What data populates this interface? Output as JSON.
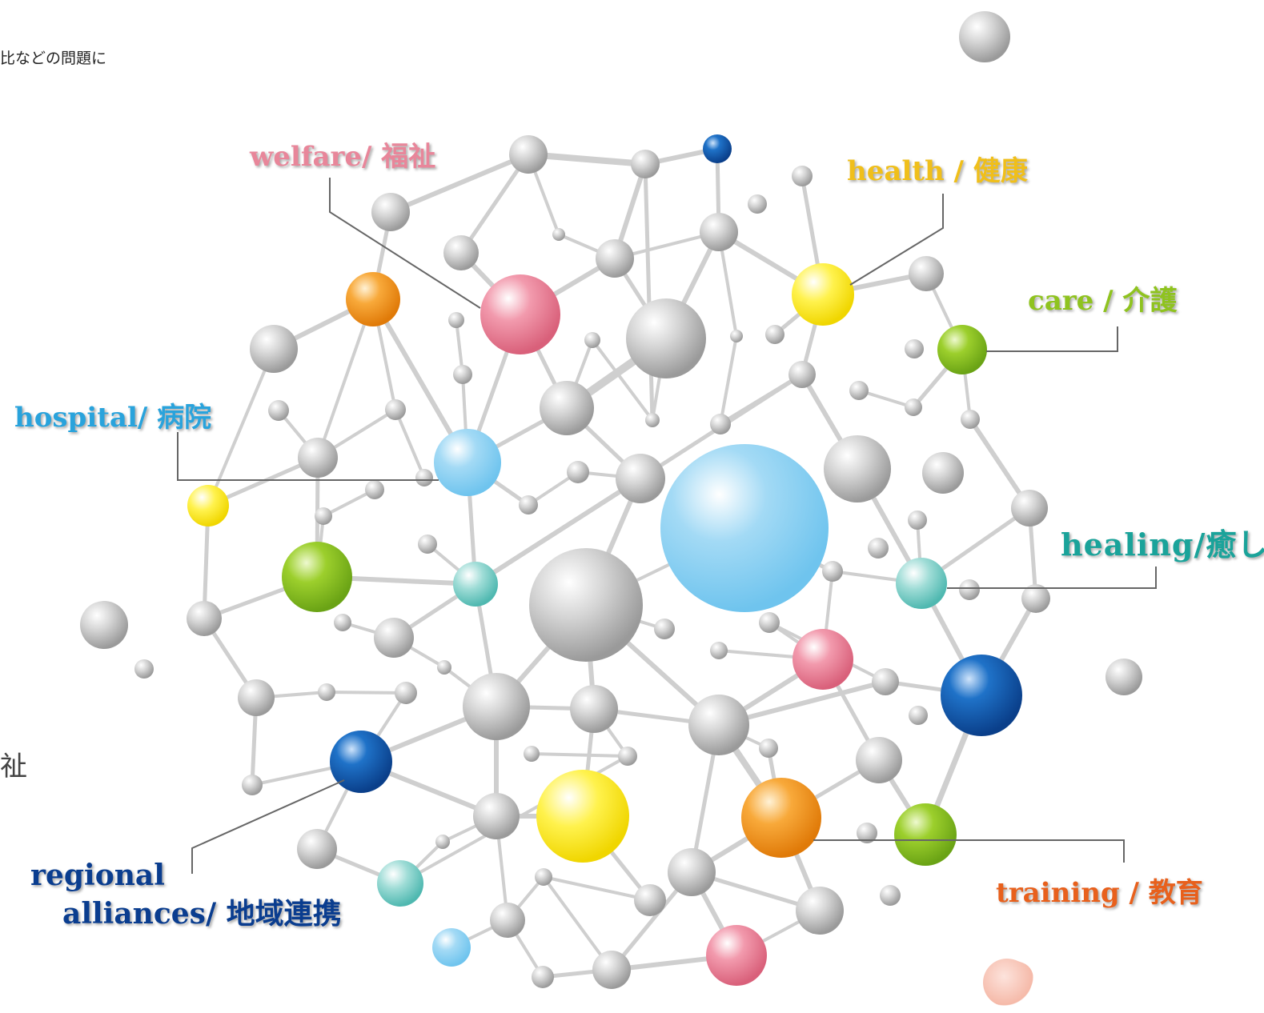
{
  "fragments": {
    "top_text": "比などの問題に",
    "left_char": "祉"
  },
  "labels": {
    "welfare": "welfare/ 福祉",
    "health": "health / 健康",
    "care": "care / 介護",
    "hospital": "hospital/ 病院",
    "healing": "healing/癒し",
    "training": "training / 教育",
    "regional_line1": "regional",
    "regional_line2": "alliances/ 地域連携"
  },
  "colors": {
    "welfare": "#e8869a",
    "health": "#f0bf1a",
    "care": "#8fc31f",
    "hospital": "#29a3dc",
    "healing": "#1aa39a",
    "training": "#e8601c",
    "regional": "#0a3d8f",
    "node_gray": "#c8c8c8",
    "leader_line": "#666666"
  }
}
